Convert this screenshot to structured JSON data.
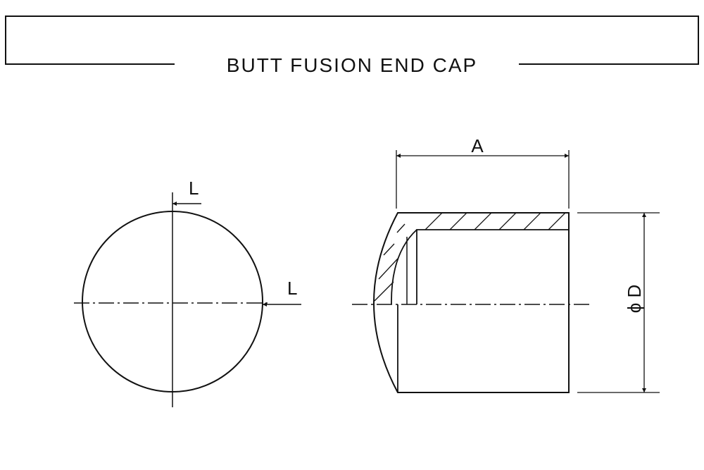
{
  "title": "BUTT FUSION END CAP",
  "labels": {
    "l_top": "L",
    "l_right": "L",
    "dim_a": "A",
    "dim_d": "ϕ D"
  },
  "colors": {
    "line": "#111111",
    "background": "#ffffff"
  }
}
